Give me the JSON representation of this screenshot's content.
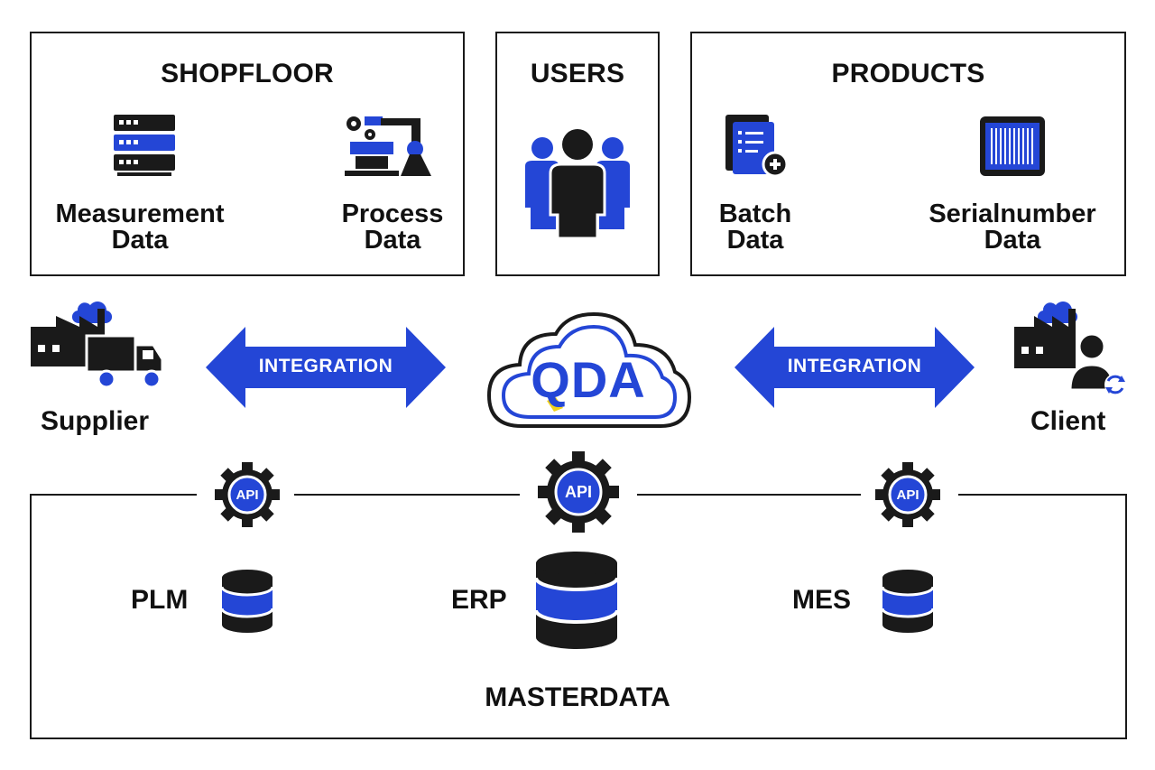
{
  "colors": {
    "accent": "#2446d6",
    "dark": "#1a1a1a",
    "yellow": "#f2d21b"
  },
  "shopfloor": {
    "title": "SHOPFLOOR",
    "items": [
      {
        "line1": "Measurement",
        "line2": "Data",
        "icon": "server-icon"
      },
      {
        "line1": "Process",
        "line2": "Data",
        "icon": "robot-arm-icon"
      }
    ]
  },
  "users": {
    "title": "USERS",
    "icon": "users-group-icon"
  },
  "products": {
    "title": "PRODUCTS",
    "items": [
      {
        "line1": "Batch",
        "line2": "Data",
        "icon": "document-add-icon"
      },
      {
        "line1": "Serialnumber",
        "line2": "Data",
        "icon": "barcode-icon"
      }
    ]
  },
  "middle": {
    "supplier": "Supplier",
    "client": "Client",
    "integration_left": "INTEGRATION",
    "integration_right": "INTEGRATION",
    "logo": "QDA"
  },
  "masterdata": {
    "title": "MASTERDATA",
    "api_label": "API",
    "systems": [
      "PLM",
      "ERP",
      "MES"
    ]
  }
}
